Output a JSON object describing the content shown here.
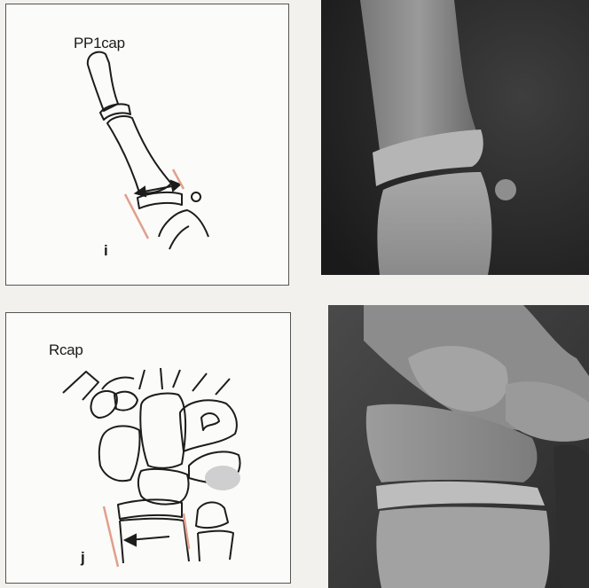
{
  "figure": {
    "panel_i": {
      "label": "PP1cap",
      "letter": "i"
    },
    "panel_j": {
      "label": "Rcap",
      "letter": "j"
    }
  },
  "colors": {
    "outline": "#1c1c1c",
    "marker_line": "#e0a08c",
    "diagram_bg": "#fbfbf9",
    "page_bg": "#f2f1ee"
  }
}
